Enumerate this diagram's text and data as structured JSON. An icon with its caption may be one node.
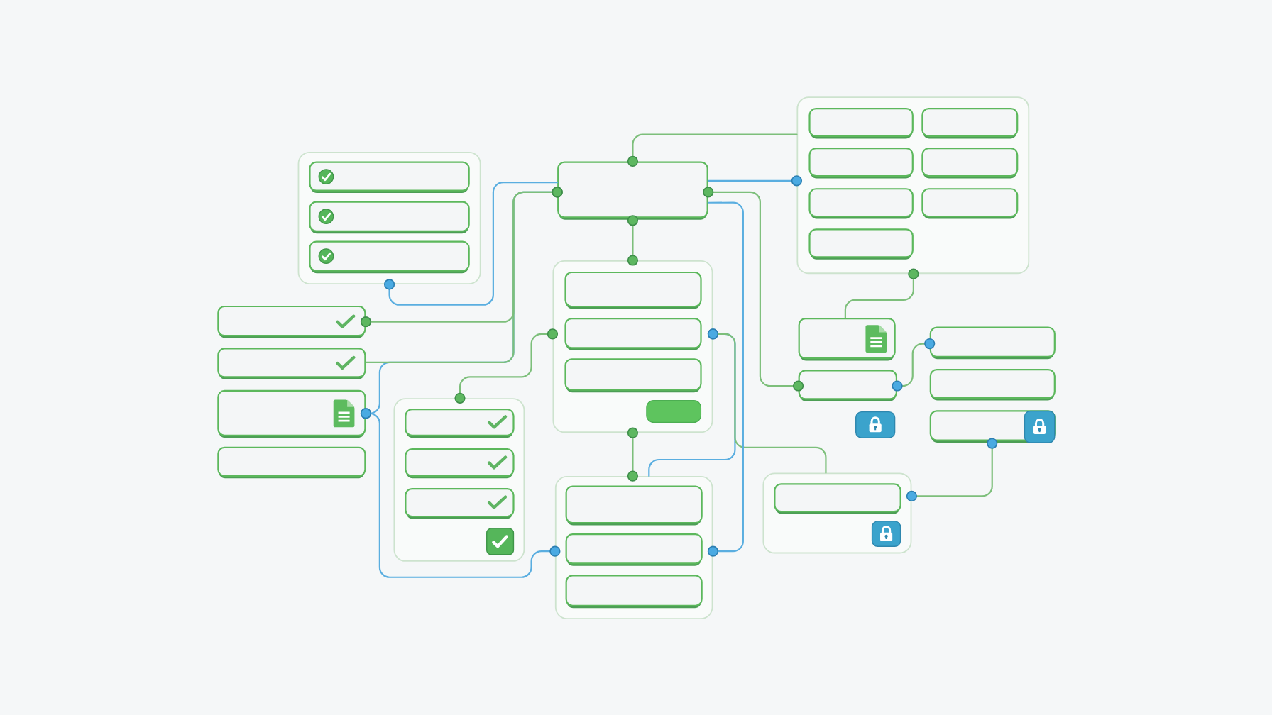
{
  "diagram": {
    "nodes": [
      {
        "text": [],
        "shape": "box"
      },
      {
        "text": [],
        "shape": "box",
        "in": 0
      },
      {
        "text": [],
        "shape": "box",
        "in": 0
      },
      {
        "text": [],
        "shape": "box",
        "in": 0
      },
      {
        "text": [],
        "shape": "box"
      },
      {
        "text": [],
        "shape": "box"
      },
      {
        "text": [],
        "shape": "box",
        "in": 5
      },
      {
        "text": [],
        "shape": "box",
        "in": 5
      },
      {
        "text": [],
        "shape": "box",
        "in": 5
      },
      {
        "text": [],
        "shape": "box",
        "in": 5
      },
      {
        "text": [],
        "shape": "box",
        "in": 5
      },
      {
        "text": [],
        "shape": "box",
        "in": 5
      },
      {
        "text": [],
        "shape": "box",
        "in": 5
      },
      {
        "text": [],
        "shape": "box"
      },
      {
        "text": [],
        "shape": "box"
      },
      {
        "text": [],
        "shape": "box"
      },
      {
        "text": [],
        "shape": "box"
      },
      {
        "text": [],
        "shape": "box"
      },
      {
        "text": [],
        "shape": "box",
        "in": 17
      },
      {
        "text": [],
        "shape": "box",
        "in": 17
      },
      {
        "text": [],
        "shape": "box",
        "in": 17
      },
      {
        "text": [],
        "shape": "box"
      },
      {
        "text": [],
        "shape": "box"
      },
      {
        "text": [],
        "shape": "box"
      },
      {
        "text": [],
        "shape": "box"
      },
      {
        "text": [],
        "shape": "box"
      },
      {
        "text": [],
        "shape": "box"
      },
      {
        "text": [],
        "shape": "box",
        "in": 26
      },
      {
        "text": [],
        "shape": "box",
        "in": 26
      },
      {
        "text": [],
        "shape": "box",
        "in": 26
      },
      {
        "text": [],
        "shape": "box"
      },
      {
        "text": [],
        "shape": "box",
        "in": 30
      },
      {
        "text": [],
        "shape": "box",
        "in": 30
      },
      {
        "text": [],
        "shape": "box",
        "in": 30
      },
      {
        "text": [],
        "shape": "box"
      },
      {
        "text": [],
        "shape": "box",
        "in": 34
      }
    ],
    "edges": [
      {
        "from": 4,
        "to": 5,
        "arrow": "other"
      },
      {
        "from": 4,
        "to": 5,
        "arrow": "other",
        "color": "#5aaee0"
      },
      {
        "from": 4,
        "to": 22,
        "arrow": "other"
      },
      {
        "from": 4,
        "to": 17,
        "arrow": "other"
      },
      {
        "from": 15,
        "to": 4,
        "arrow": "other",
        "color": "#5aaee0"
      },
      {
        "from": 14,
        "to": 4,
        "arrow": "other"
      },
      {
        "from": 4,
        "to": 13,
        "arrow": "other"
      },
      {
        "from": 15,
        "to": 30,
        "arrow": "other",
        "color": "#5aaee0"
      },
      {
        "from": 0,
        "to": 4,
        "arrow": "other",
        "color": "#5aaee0"
      },
      {
        "from": 17,
        "to": 26,
        "arrow": "other"
      },
      {
        "from": 17,
        "to": 30,
        "arrow": "other"
      },
      {
        "from": 17,
        "to": 30,
        "arrow": "other",
        "color": "#5aaee0"
      },
      {
        "from": 17,
        "to": 34,
        "arrow": "other"
      },
      {
        "from": 4,
        "to": 30,
        "arrow": "other",
        "color": "#5aaee0"
      },
      {
        "from": 5,
        "to": 21,
        "arrow": "other"
      },
      {
        "from": 22,
        "to": 23,
        "arrow": "other"
      },
      {
        "from": 25,
        "to": 34,
        "arrow": "other"
      }
    ]
  }
}
